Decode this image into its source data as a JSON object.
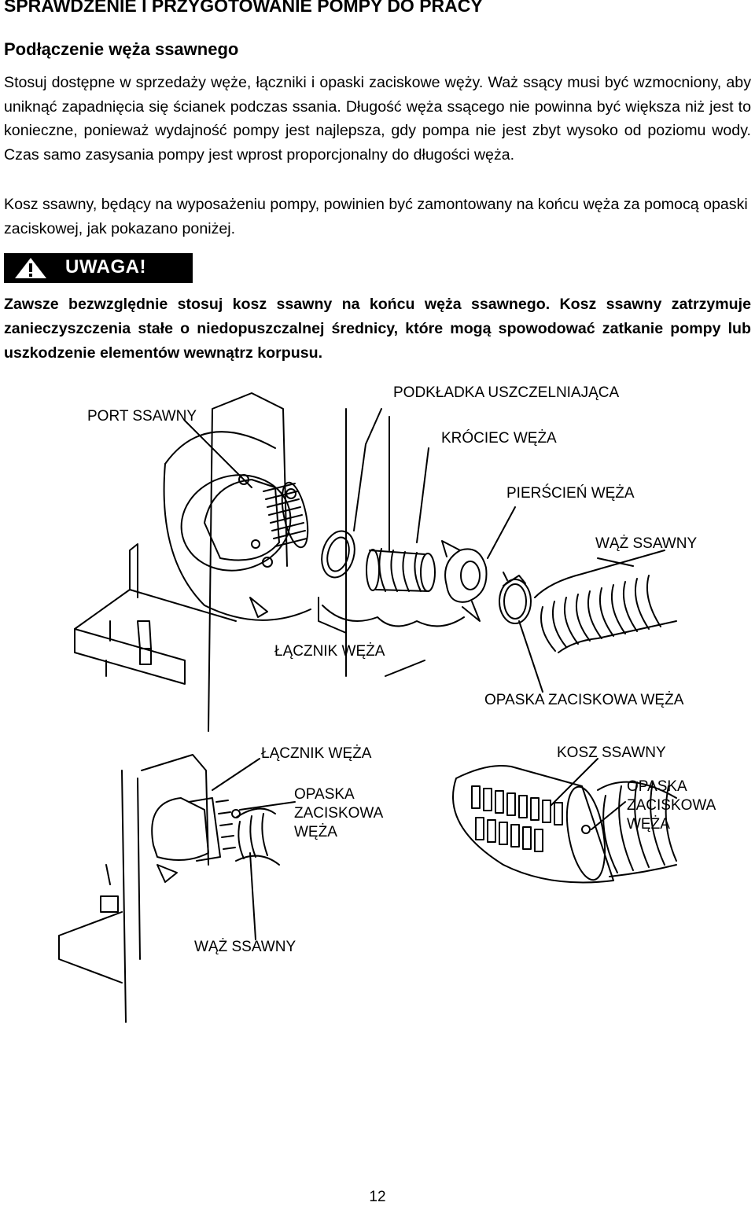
{
  "header": {
    "section_title": "SPRAWDZENIE I PRZYGOTOWANIE POMPY DO PRACY",
    "subsection_title": "Podłączenie węża ssawnego"
  },
  "body": {
    "paragraph_1": "Stosuj dostępne w sprzedaży węże, łączniki i opaski zaciskowe węży. Waż ssący musi być wzmocniony, aby uniknąć zapadnięcia się ścianek podczas ssania. Długość węża ssącego nie powinna być większa niż jest to konieczne, ponieważ wydajność pompy jest najlepsza, gdy pompa nie jest zbyt wysoko od poziomu wody. Czas samo zasysania pompy jest wprost proporcjonalny do długości węża.",
    "paragraph_2": "Kosz ssawny, będący na wyposażeniu pompy, powinien być zamontowany na końcu węża za pomocą opaski zaciskowej, jak pokazano poniżej."
  },
  "warning": {
    "label": "UWAGA!",
    "text": "Zawsze bezwzględnie stosuj kosz ssawny na końcu węża ssawnego. Kosz ssawny zatrzymuje zanieczyszczenia stałe o niedopuszczalnej średnicy, które mogą spowodować zatkanie pompy lub uszkodzenie elementów wewnątrz korpusu."
  },
  "diagram_top": {
    "port_ssawny": "PORT SSAWNY",
    "podkladka": "PODKŁADKA USZCZELNIAJĄCA",
    "krociec": "KRÓCIEC WĘŻA",
    "pierscien": "PIERŚCIEŃ WĘŻA",
    "waz_ssawny": "WĄŻ SSAWNY",
    "lacznik": "ŁĄCZNIK WĘŻA",
    "opaska": "OPASKA ZACISKOWA WĘŻA"
  },
  "diagram_bottom_left": {
    "lacznik": "ŁĄCZNIK WĘŻA",
    "opaska_1": "OPASKA",
    "opaska_2": "ZACISKOWA",
    "opaska_3": "WĘŻA",
    "waz_ssawny": "WĄŻ SSAWNY"
  },
  "diagram_bottom_right": {
    "kosz": "KOSZ SSAWNY",
    "opaska_1": "OPASKA",
    "opaska_2": "ZACISKOWA",
    "opaska_3": "WĘŻA"
  },
  "footer": {
    "page_number": "12"
  }
}
